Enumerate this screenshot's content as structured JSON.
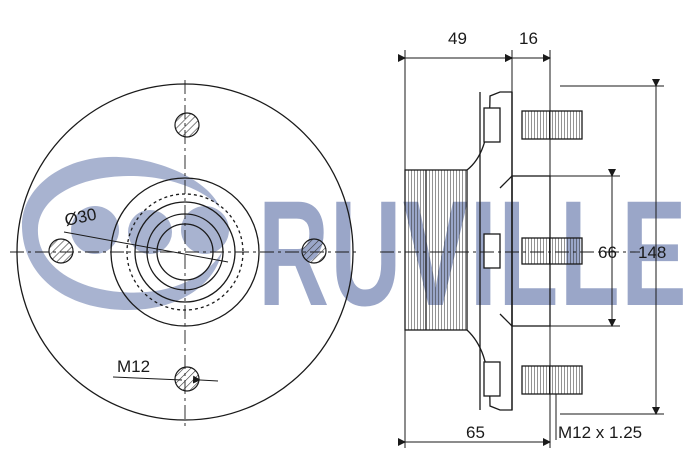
{
  "watermark": {
    "brand": "RUVILLE",
    "color": "#9aa6c8"
  },
  "front_view": {
    "bore_label": "Ø30",
    "bolt_label": "M12"
  },
  "side_view": {
    "dim_top_left": "49",
    "dim_top_right": "16",
    "dim_bottom": "65",
    "dim_inner_height": "66",
    "dim_outer_height": "148",
    "thread_label": "M12 x 1.25"
  },
  "colors": {
    "line": "#1a1a1a",
    "hatch": "#3a3a3a",
    "watermark": "#9aa6c8"
  }
}
